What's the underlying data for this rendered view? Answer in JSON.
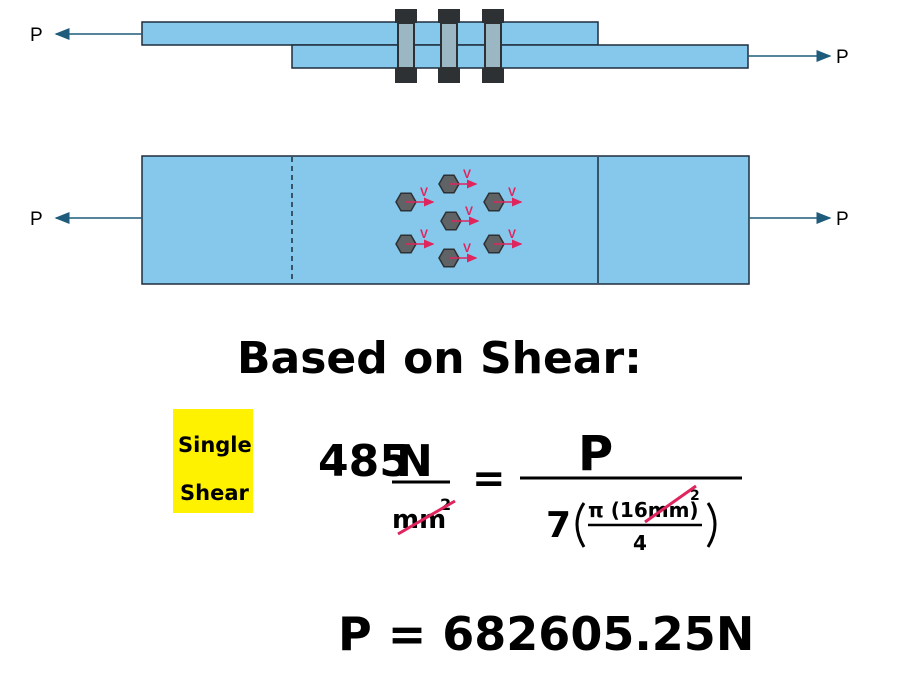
{
  "diagram": {
    "force_label": "P",
    "shear_force_label": "V",
    "colors": {
      "plate": "#85c8ec",
      "plate_stroke": "#1f2d3d",
      "bolt_gray": "#5f6366",
      "bolt_dark": "#2e3133",
      "bolt_shank": "#9bb7c4",
      "arrow": "#1f5b7a",
      "shear_arrow": "#e0245e",
      "highlight": "#fff200"
    }
  },
  "notes": {
    "heading": "Based on Shear:",
    "highlight_label_line1": "Single",
    "highlight_label_line2": "Shear",
    "lhs_number": "485",
    "lhs_unit_top": "N",
    "lhs_unit_bottom": "mm",
    "lhs_unit_exp": "2",
    "equals": "=",
    "rhs_numerator": "P",
    "rhs_multiplier": "7",
    "rhs_inner_numerator": "π (16mm)",
    "rhs_inner_exp": "2",
    "rhs_inner_denominator": "4",
    "result": "P = 682605.25N"
  }
}
